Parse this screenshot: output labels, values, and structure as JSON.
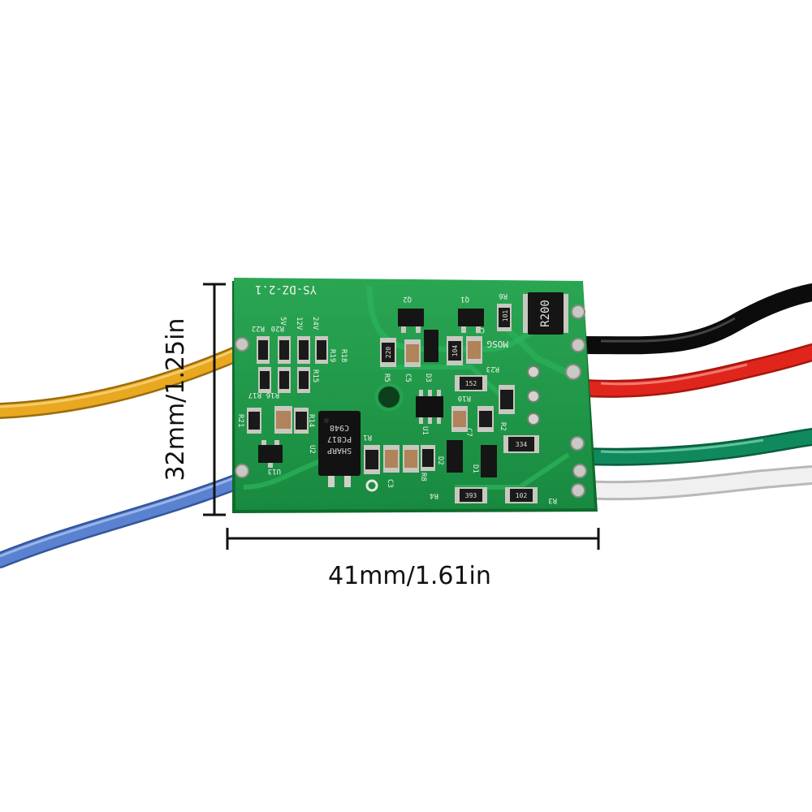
{
  "dimensions": {
    "width_label": "41mm/1.61in",
    "height_label": "32mm/1.25in"
  },
  "board": {
    "model_marking": "YS-DZ-2.1",
    "voltage_marks": [
      "24V",
      "12V",
      "5V"
    ],
    "sense_resistor": "R200",
    "optocoupler_marking": [
      "C948",
      "PC817",
      "SHARP"
    ],
    "chip_codes": [
      "101",
      "102",
      "152",
      "334",
      "393",
      "220",
      "104"
    ],
    "ref_designators": [
      "R6",
      "Q2",
      "Q1",
      "C4",
      "MOSG",
      "R22",
      "R20",
      "R19",
      "R18",
      "R15",
      "R16",
      "R17",
      "R21",
      "R14",
      "R5",
      "C5",
      "D3",
      "R23",
      "R10",
      "R2",
      "C7",
      "U1",
      "R1",
      "U2",
      "U13",
      "C3",
      "R8",
      "D2",
      "R4",
      "R3",
      "D1"
    ]
  },
  "colors": {
    "pcb": "#1f9a4a",
    "wire_black": "#101010",
    "wire_red": "#e0261c",
    "wire_green": "#108a5c",
    "wire_white": "#e8e8e8",
    "wire_yellow": "#e8a820",
    "wire_blue": "#5a82d0"
  }
}
